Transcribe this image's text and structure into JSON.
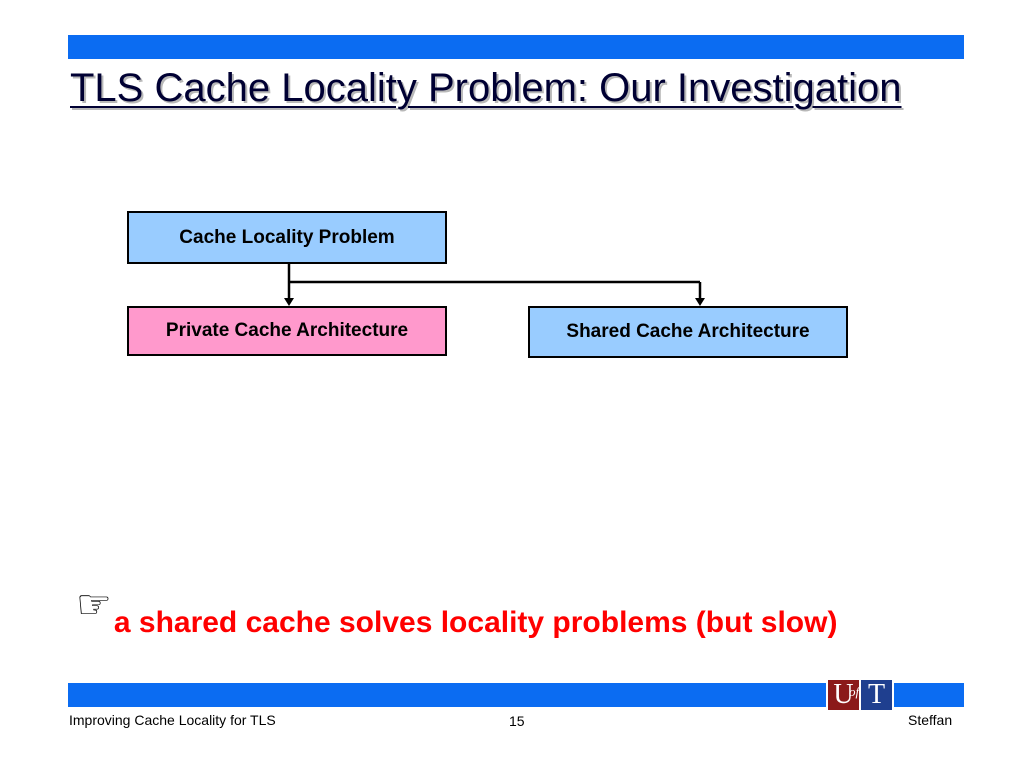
{
  "slide": {
    "title": "TLS Cache Locality Problem: Our Investigation",
    "takeaway": "a shared cache solves locality problems (but slow)",
    "takeaway_icon": "pointing-hand-icon"
  },
  "diagram": {
    "root": {
      "label": "Cache Locality Problem",
      "fill": "#99ccff"
    },
    "children": [
      {
        "label": "Private Cache Architecture",
        "fill": "#ff99cc"
      },
      {
        "label": "Shared Cache Architecture",
        "fill": "#99ccff"
      }
    ]
  },
  "footer": {
    "left": "Improving Cache Locality for TLS",
    "page": "15",
    "right": "Steffan",
    "logo_text": "UofT"
  },
  "colors": {
    "bar": "#0b6cf2",
    "takeaway": "#ff0000"
  }
}
